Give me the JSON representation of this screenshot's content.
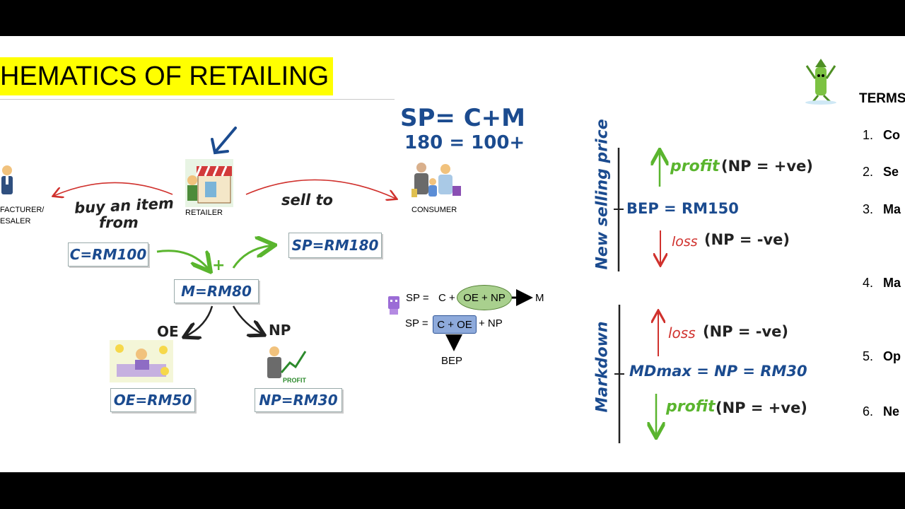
{
  "title": "HEMATICS OF RETAILING",
  "flow": {
    "manufacturer_label_1": "FACTURER/",
    "manufacturer_label_2": "ESALER",
    "retailer_label": "RETAILER",
    "consumer_label": "CONSUMER",
    "buy_label_1": "buy an item",
    "buy_label_2": "from",
    "sell_label": "sell to",
    "cost_box": "C=RM100",
    "sp_box": "SP=RM180",
    "margin_box": "M=RM80",
    "plus": "+",
    "oe_label": "OE",
    "np_label": "NP",
    "oe_box": "OE=RM50",
    "np_box": "NP=RM30",
    "profit_tag": "PROFIT"
  },
  "handwritten_formula": {
    "line1": "SP= C+M",
    "line2": "180 = 100+"
  },
  "formula": {
    "sp": "SP =",
    "c": "C +",
    "oe_np": "OE + NP",
    "m": "M",
    "sp2": "SP =",
    "c_oe": "C + OE",
    "np2": "+ NP",
    "bep": "BEP"
  },
  "new_selling_price": {
    "axis_label": "New selling price",
    "profit": "profit",
    "profit_note": "(NP = +ve)",
    "bep": "BEP = RM150",
    "loss": "loss",
    "loss_note": "(NP = -ve)"
  },
  "markdown": {
    "axis_label": "Markdown",
    "loss": "loss",
    "loss_note": "(NP = -ve)",
    "md": "MDmax = NP = RM30",
    "profit": "profit",
    "profit_note": "(NP = +ve)"
  },
  "terms": {
    "heading": "TERMS",
    "items": [
      {
        "num": "1.",
        "text": "Co"
      },
      {
        "num": "2.",
        "text": "Se"
      },
      {
        "num": "3.",
        "text": "Ma"
      },
      {
        "num": "4.",
        "text": "Ma"
      },
      {
        "num": "5.",
        "text": "Op"
      },
      {
        "num": "6.",
        "text": "Ne"
      }
    ]
  },
  "colors": {
    "title_bg": "#ffff00",
    "ink_blue": "#1b4b8f",
    "ink_green": "#5ab52e",
    "ink_red": "#d0312d",
    "oe_np_fill": "#a9d08e",
    "c_oe_fill": "#8eaadb"
  },
  "icons": [
    "manufacturer-icon",
    "retailer-shop-icon",
    "consumer-family-icon",
    "accountant-icon",
    "profit-man-icon",
    "robot-icon",
    "crayon-mascot-icon"
  ]
}
